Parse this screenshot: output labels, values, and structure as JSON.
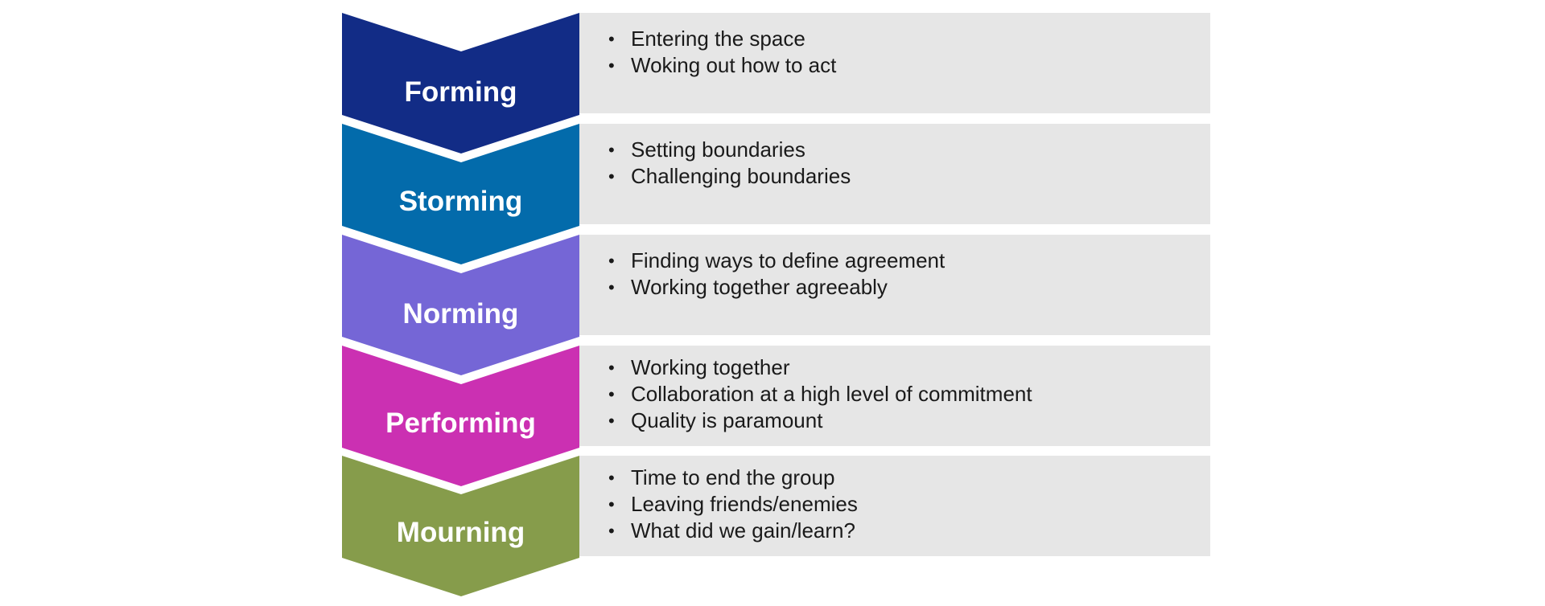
{
  "stages": [
    {
      "name": "Forming",
      "color": "#122c86",
      "bullets": [
        "Entering the space",
        "Woking out how to act"
      ]
    },
    {
      "name": "Storming",
      "color": "#036bab",
      "bullets": [
        "Setting boundaries",
        "Challenging boundaries"
      ]
    },
    {
      "name": "Norming",
      "color": "#7566d6",
      "bullets": [
        "Finding ways to define agreement",
        "Working together agreeably"
      ]
    },
    {
      "name": "Performing",
      "color": "#cb30b2",
      "bullets": [
        "Working together",
        "Collaboration at a high level of commitment",
        "Quality is paramount"
      ]
    },
    {
      "name": "Mourning",
      "color": "#869c4b",
      "bullets": [
        "Time to end the group",
        "Leaving friends/enemies",
        "What did we gain/learn?"
      ]
    }
  ],
  "panel_color": "#e6e6e6",
  "bullet_symbol": "•"
}
